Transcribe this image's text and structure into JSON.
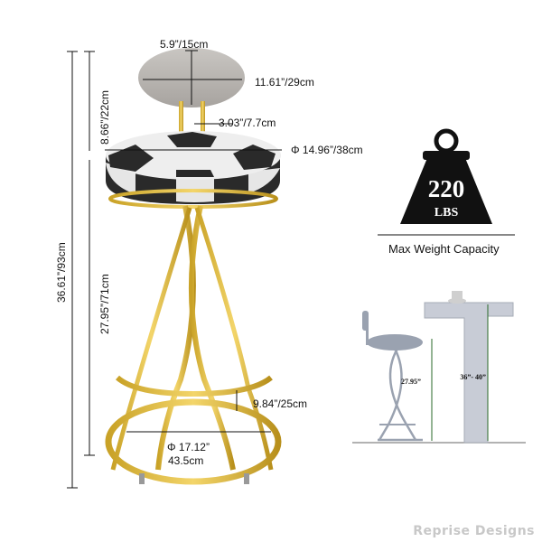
{
  "dimensions": {
    "backrest_width": "5.9”/15cm",
    "backrest_diag": "11.61”/29cm",
    "backrest_height": "8.66”/22cm",
    "back_gap": "3.03”/7.7cm",
    "seat_diameter": "Φ 14.96”/38cm",
    "total_height": "36.61”/93cm",
    "seat_height": "27.95”/71cm",
    "footrest_height": "9.84”/25cm",
    "base_diameter_line1": "Φ 17.12”",
    "base_diameter_line2": "43.5cm"
  },
  "weight": {
    "value": "220",
    "unit": "LBS",
    "caption": "Max Weight Capacity"
  },
  "diagram": {
    "seat_label": "27.95”",
    "counter_label": "36”- 40”"
  },
  "watermark": "Reprise Designs"
}
